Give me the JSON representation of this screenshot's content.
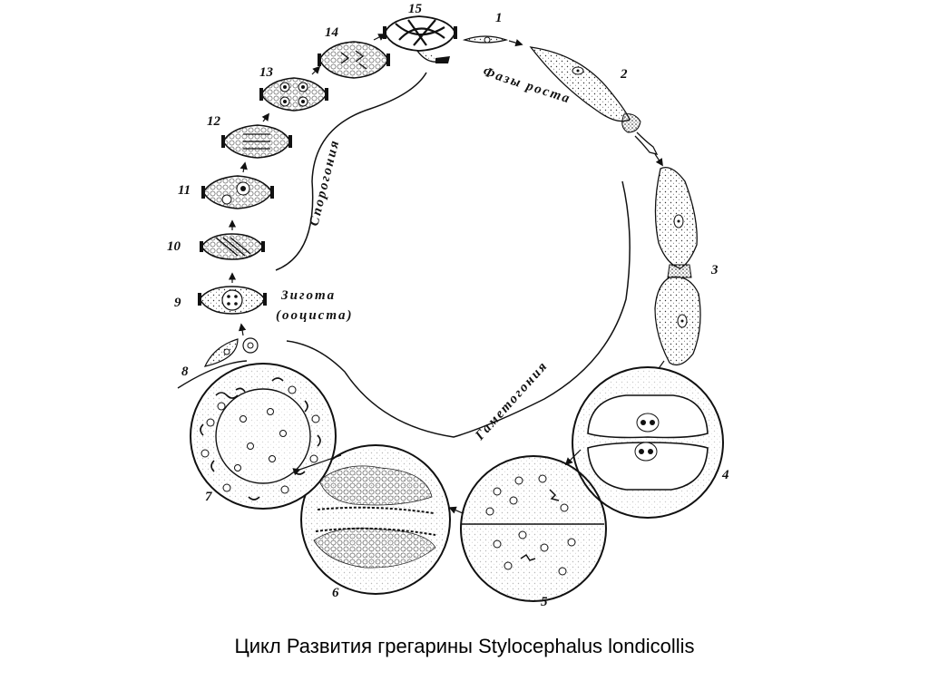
{
  "caption": "Цикл Развития грегарины Stylocephalus londicollis",
  "labels": {
    "growth_phases": "Фазы роста",
    "sporogony": "Спорогония",
    "gametogony": "Гаметогония",
    "zygote": "Зигота",
    "oocyst": "(ооциста)"
  },
  "stage_numbers": [
    "1",
    "2",
    "3",
    "4",
    "5",
    "6",
    "7",
    "8",
    "9",
    "10",
    "11",
    "12",
    "13",
    "14",
    "15"
  ]
}
